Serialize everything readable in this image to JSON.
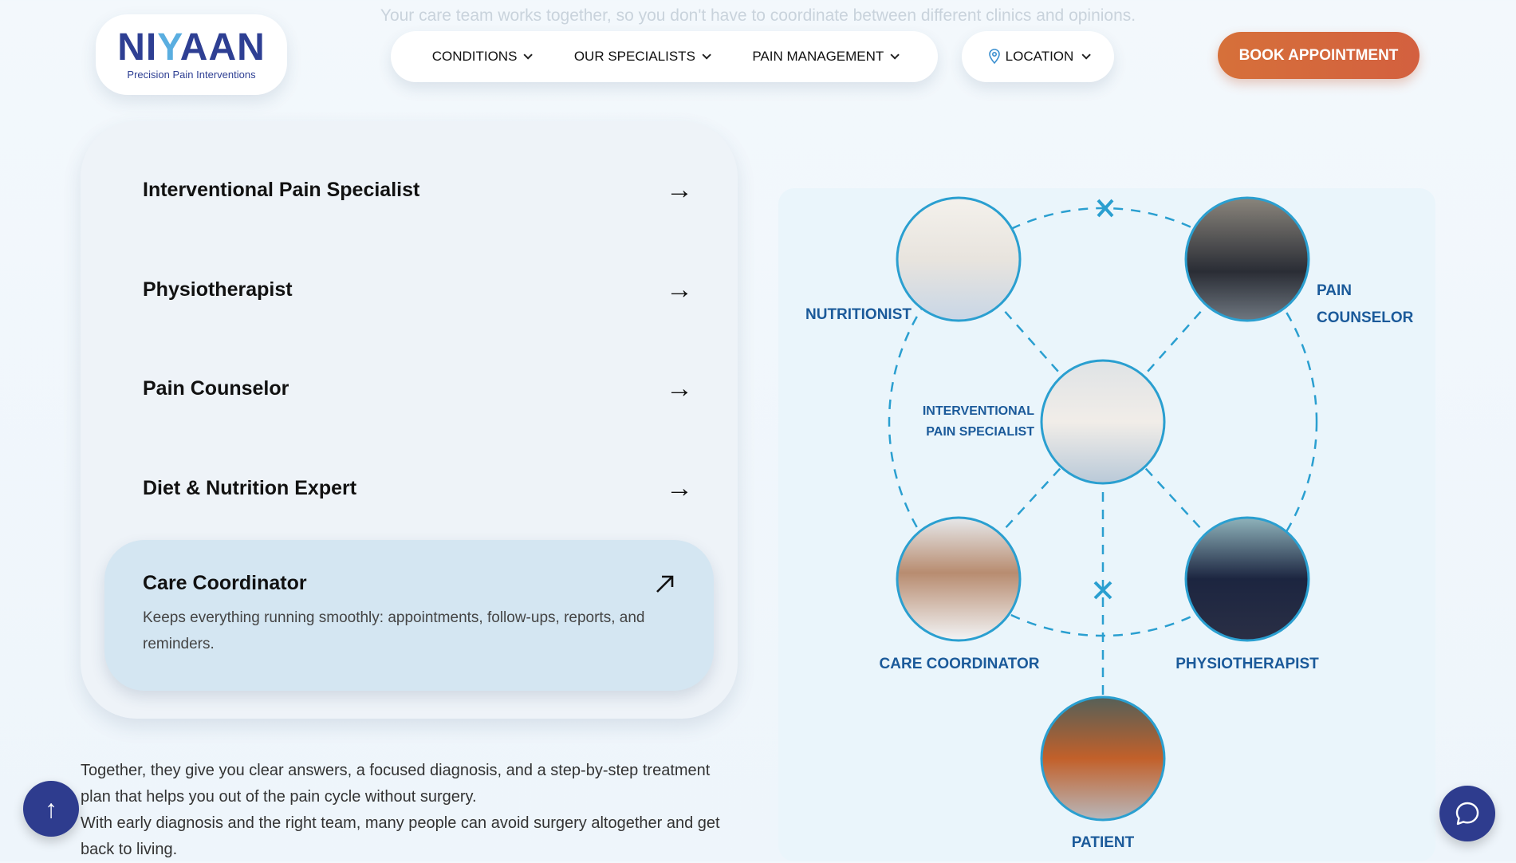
{
  "header": {
    "subtitle": "Your care team works together, so you don't have to coordinate between different clinics and opinions.",
    "logo": {
      "name_left": "NI",
      "name_mid": "Y",
      "name_right": "AAN",
      "tagline": "Precision Pain Interventions"
    },
    "nav": [
      {
        "label": "CONDITIONS"
      },
      {
        "label": "OUR SPECIALISTS"
      },
      {
        "label": "PAIN MANAGEMENT"
      }
    ],
    "location": "LOCATION",
    "book": "BOOK APPOINTMENT"
  },
  "specialists": {
    "items": [
      {
        "title": "Interventional Pain Specialist"
      },
      {
        "title": "Physiotherapist"
      },
      {
        "title": "Pain Counselor"
      },
      {
        "title": "Diet & Nutrition Expert"
      }
    ],
    "active": {
      "title": "Care Coordinator",
      "description": "Keeps everything running smoothly: appointments, follow-ups, reports, and reminders."
    }
  },
  "summary": {
    "p1": "Together, they give you clear answers, a focused diagnosis, and a step-by-step treatment plan that helps you out of the pain cycle without surgery.",
    "p2": "With early diagnosis and the right team, many people can avoid surgery altogether and get back to living."
  },
  "diagram": {
    "nutritionist": "NUTRITIONIST",
    "counselor_1": "PAIN",
    "counselor_2": "COUNSELOR",
    "specialist_1": "INTERVENTIONAL",
    "specialist_2": "PAIN SPECIALIST",
    "care": "CARE COORDINATOR",
    "physio": "PHYSIOTHERAPIST",
    "patient": "PATIENT",
    "line_color": "#2a9fd0"
  }
}
